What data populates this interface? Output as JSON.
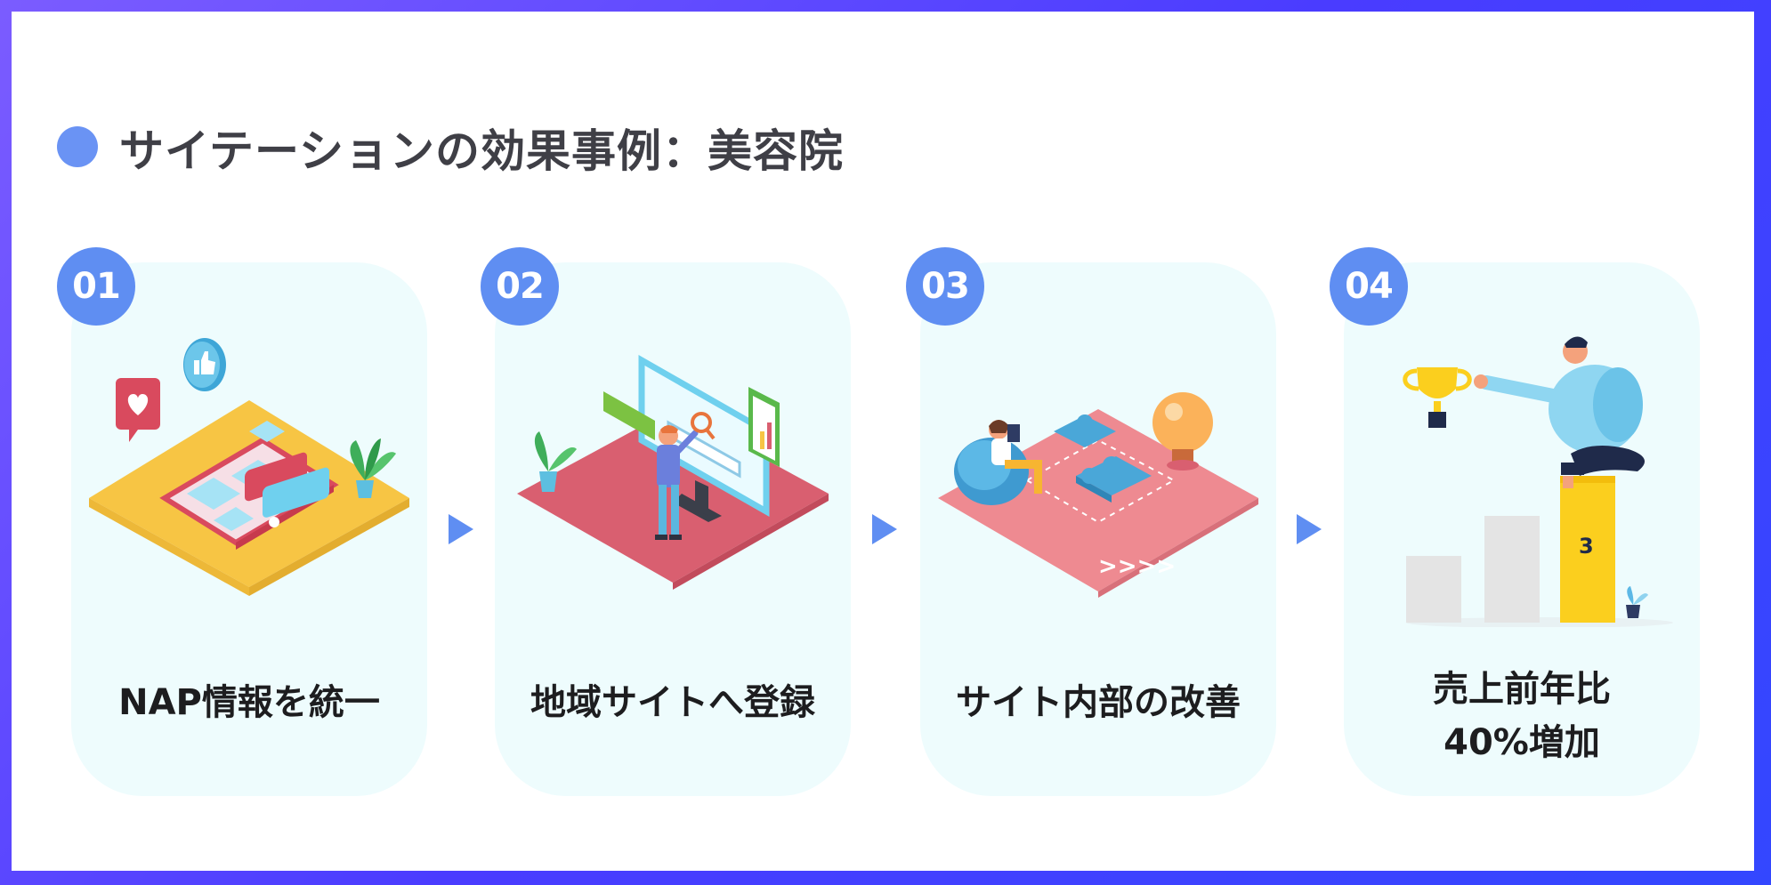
{
  "title": "サイテーションの効果事例：美容院",
  "steps": [
    {
      "number": "01",
      "label": "NAP情報を統一",
      "illustration": "reviews-map-icon"
    },
    {
      "number": "02",
      "label": "地域サイトへ登録",
      "illustration": "website-search-icon"
    },
    {
      "number": "03",
      "label": "サイト内部の改善",
      "illustration": "puzzle-idea-icon"
    },
    {
      "number": "04",
      "label": "売上前年比\n40%増加",
      "label_line1": "売上前年比",
      "label_line2": "40%増加",
      "illustration": "trophy-podium-icon"
    }
  ],
  "podium_number": "3",
  "colors": {
    "accent": "#5f8ef2",
    "card": "#eefcfd",
    "frame": "#4a3cff"
  }
}
